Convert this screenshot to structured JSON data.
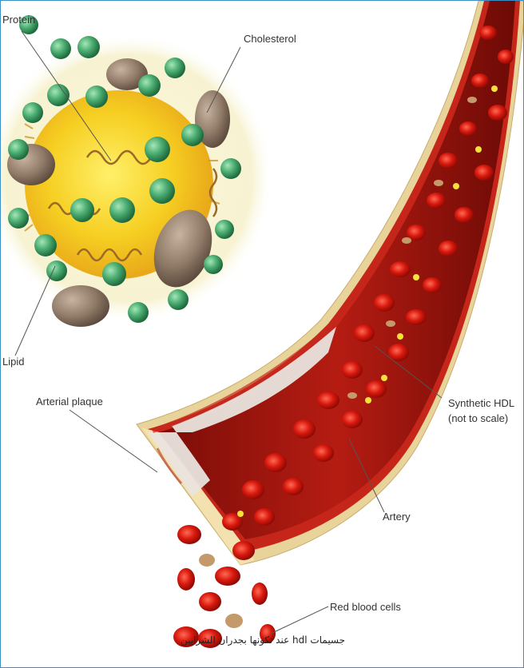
{
  "labels": {
    "protein": "Protein",
    "cholesterol": "Cholesterol",
    "lipid": "Lipid",
    "synthetic_hdl_line1": "Synthetic HDL",
    "synthetic_hdl_line2": "(not to scale)",
    "arterial_plaque": "Arterial plaque",
    "artery": "Artery",
    "red_blood_cells": "Red blood cells"
  },
  "caption": "جسيمات hdl عند تكونها بجدران الشرايين",
  "colors": {
    "frame_border": "#3a8fc7",
    "particle_core": "#f2c21b",
    "protein_sphere": "#3fa06a",
    "cholesterol_disc": "#8e7866",
    "blood": "#d11a10",
    "artery_wall": "#e8d39a",
    "plaque": "#e9e4de"
  }
}
